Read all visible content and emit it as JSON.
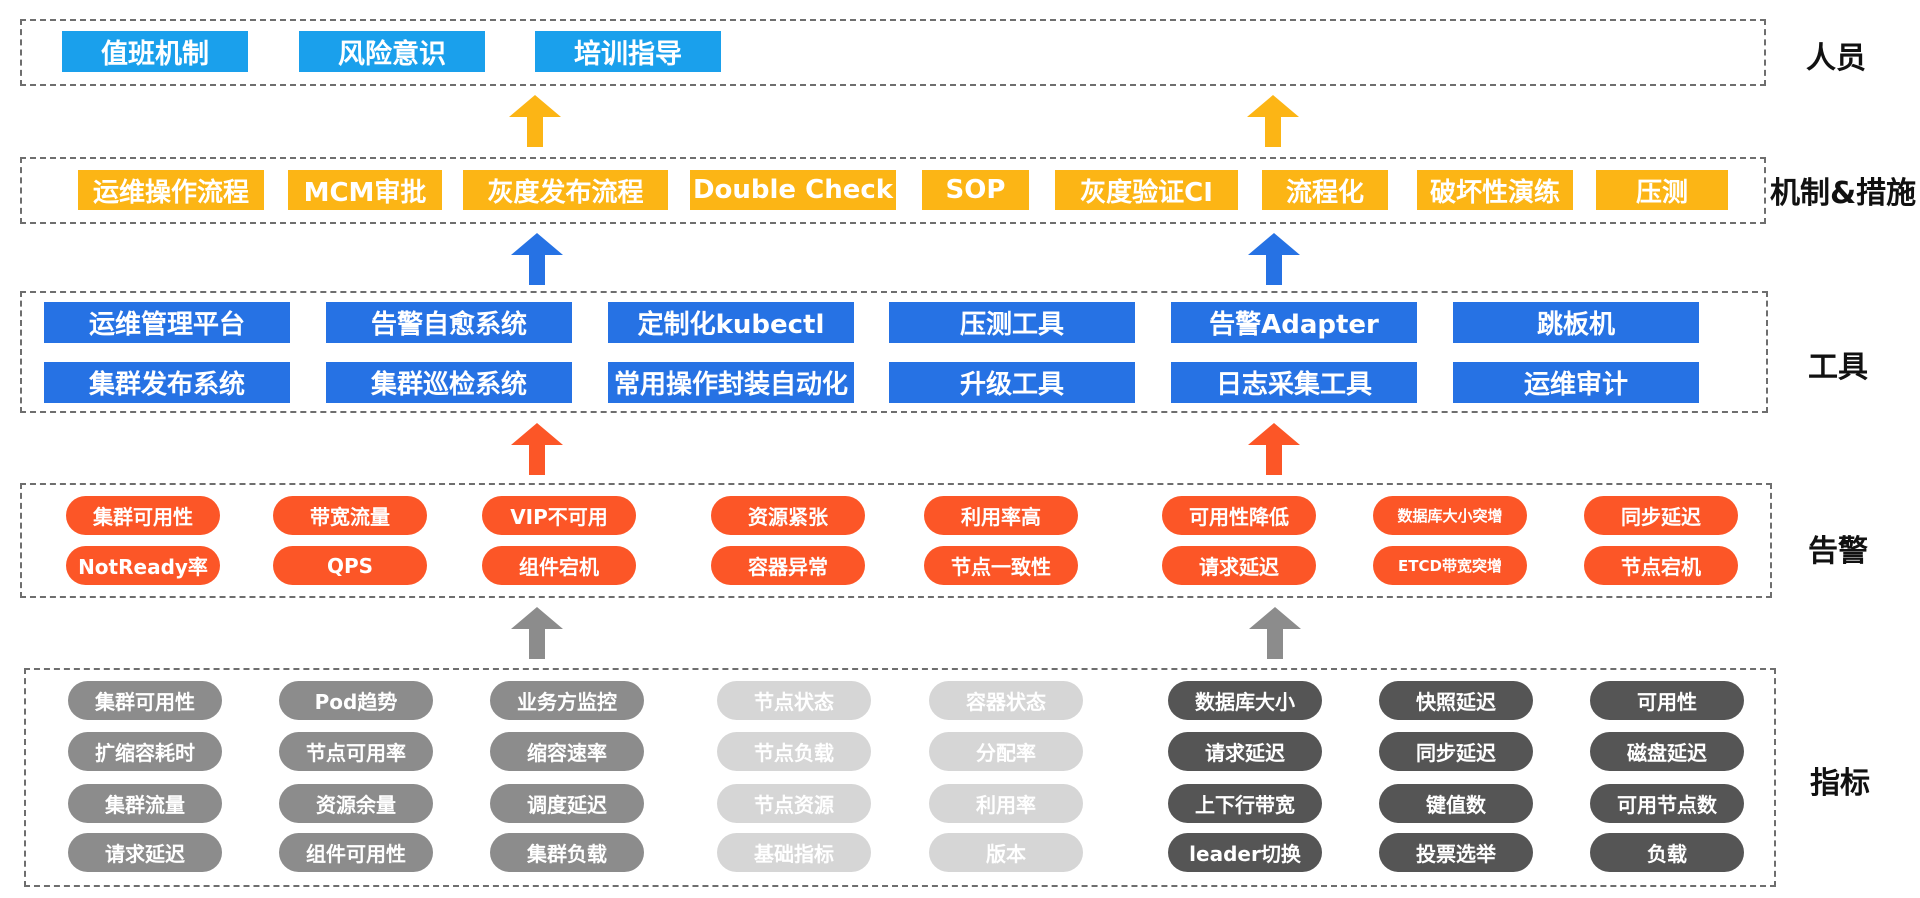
{
  "colors": {
    "people": "#1aa0ec",
    "mechanism": "#fcb515",
    "tools": "#2672e4",
    "alerts": "#fc5627",
    "metrics_grey": "#8c8c8c",
    "metrics_light": "#d6d6d6",
    "metrics_dark": "#555555",
    "arrow_yellow": "#fcb515",
    "arrow_blue": "#2672e4",
    "arrow_red": "#fc5627",
    "arrow_grey": "#8c8c8c"
  },
  "labels": {
    "people": "人员",
    "mechanism": "机制&措施",
    "tools": "工具",
    "alerts": "告警",
    "metrics": "指标"
  },
  "people": [
    "值班机制",
    "风险意识",
    "培训指导"
  ],
  "mechanism": [
    "运维操作流程",
    "MCM审批",
    "灰度发布流程",
    "Double Check",
    "SOP",
    "灰度验证CI",
    "流程化",
    "破坏性演练",
    "压测"
  ],
  "tools": [
    [
      "运维管理平台",
      "集群发布系统"
    ],
    [
      "告警自愈系统",
      "集群巡检系统"
    ],
    [
      "定制化kubectl",
      "常用操作封装自动化"
    ],
    [
      "压测工具",
      "升级工具"
    ],
    [
      "告警Adapter",
      "日志采集工具"
    ],
    [
      "跳板机",
      "运维审计"
    ]
  ],
  "alerts": [
    [
      "集群可用性",
      "NotReady率"
    ],
    [
      "带宽流量",
      "QPS"
    ],
    [
      "VIP不可用",
      "组件宕机"
    ],
    [
      "资源紧张",
      "容器异常"
    ],
    [
      "利用率高",
      "节点一致性"
    ],
    [
      "可用性降低",
      "请求延迟"
    ],
    [
      "数据库大小突增",
      "ETCD带宽突增"
    ],
    [
      "同步延迟",
      "节点宕机"
    ]
  ],
  "metrics": [
    [
      "集群可用性",
      "扩缩容耗时",
      "集群流量",
      "请求延迟"
    ],
    [
      "Pod趋势",
      "节点可用率",
      "资源余量",
      "组件可用性"
    ],
    [
      "业务方监控",
      "缩容速率",
      "调度延迟",
      "集群负载"
    ],
    [
      "节点状态",
      "节点负载",
      "节点资源",
      "基础指标"
    ],
    [
      "容器状态",
      "分配率",
      "利用率",
      "版本"
    ],
    [
      "数据库大小",
      "请求延迟",
      "上下行带宽",
      "leader切换"
    ],
    [
      "快照延迟",
      "同步延迟",
      "键值数",
      "投票选举"
    ],
    [
      "可用性",
      "磁盘延迟",
      "可用节点数",
      "负载"
    ]
  ]
}
